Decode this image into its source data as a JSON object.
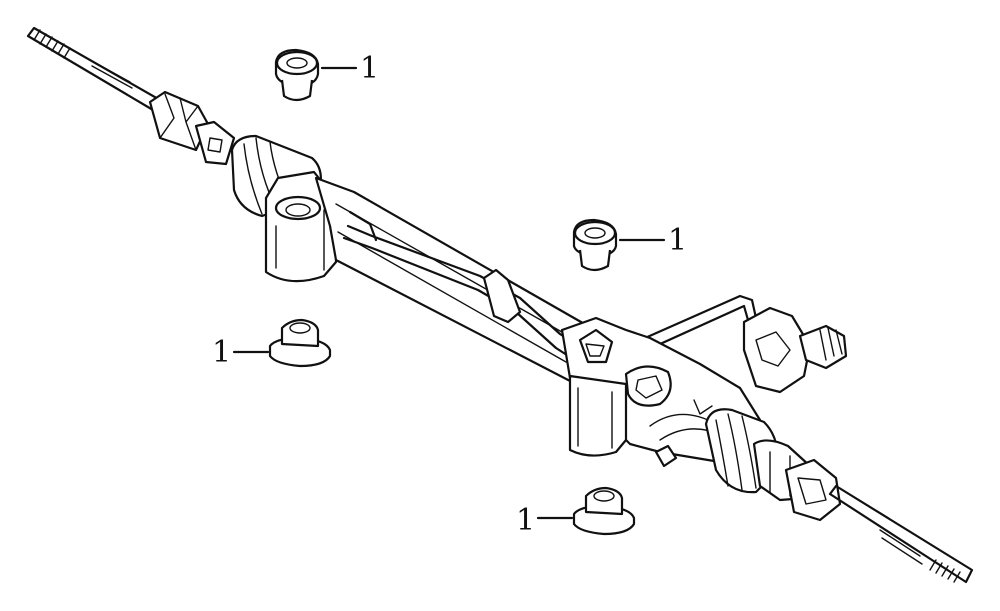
{
  "diagram": {
    "callouts": [
      {
        "id": "bushing-top-left",
        "label": "1"
      },
      {
        "id": "bushing-top-right",
        "label": "1"
      },
      {
        "id": "bushing-left",
        "label": "1"
      },
      {
        "id": "bushing-bottom",
        "label": "1"
      }
    ]
  },
  "colors": {
    "line": "#111111",
    "background": "#ffffff"
  }
}
